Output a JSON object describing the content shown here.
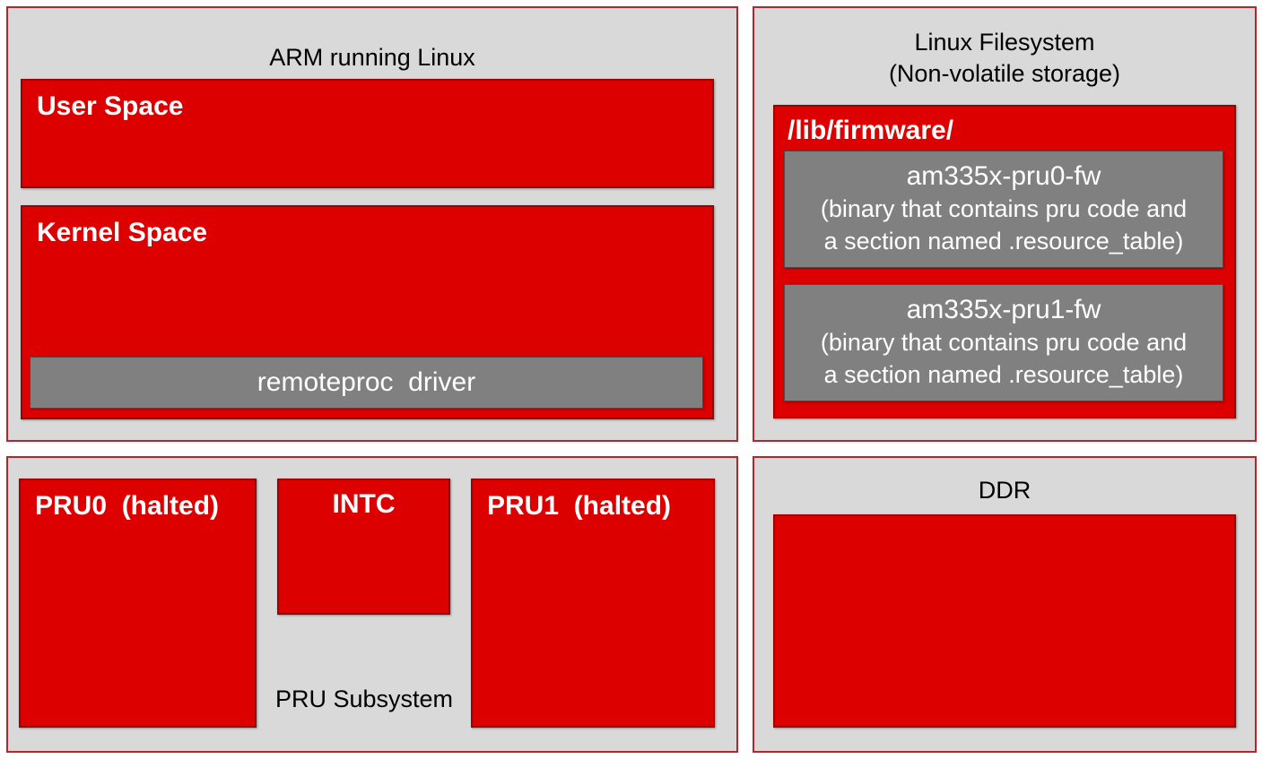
{
  "arm": {
    "title": "ARM running Linux",
    "user_space": "User Space",
    "kernel_space": "Kernel Space",
    "remoteproc": "remoteproc  driver"
  },
  "fs": {
    "title_line1": "Linux Filesystem",
    "title_line2": "(Non-volatile storage)",
    "firmware_dir": "/lib/firmware/",
    "fw0": {
      "name": "am335x-pru0-fw",
      "desc_line1": "(binary that contains pru code and",
      "desc_line2": "a section named .resource_table)"
    },
    "fw1": {
      "name": "am335x-pru1-fw",
      "desc_line1": "(binary that contains pru code and",
      "desc_line2": "a section named .resource_table)"
    }
  },
  "pru": {
    "title": "PRU Subsystem",
    "pru0": "PRU0  (halted)",
    "intc": "INTC",
    "pru1": "PRU1  (halted)"
  },
  "ddr": {
    "title": "DDR"
  },
  "colors": {
    "panel_fill": "#d9d9d9",
    "panel_border": "#c0202a",
    "block_red": "#dc0000",
    "block_gray": "#808080"
  }
}
